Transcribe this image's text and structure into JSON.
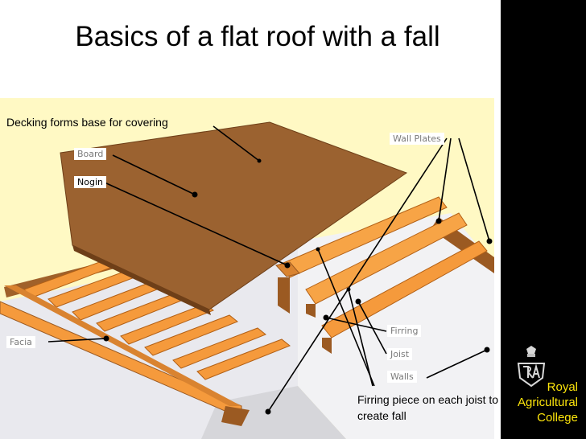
{
  "title": "Basics of a flat roof with a fall",
  "labels": {
    "decking": "Decking forms base for covering",
    "firring_note": "Firring piece on each joist to create fall"
  },
  "tags": {
    "board": "Board",
    "nogin": "Nogin",
    "wall_plates": "Wall Plates",
    "facia": "Facia",
    "firring": "Firring",
    "joist": "Joist",
    "walls": "Walls"
  },
  "logo": {
    "line1": "Royal",
    "line2": "Agricultural",
    "line3": "College"
  },
  "colors": {
    "background_panel": "#fff9c4",
    "sidebar": "#000000",
    "logo_text": "#fde50b",
    "timber": "#f59a3c",
    "board": "#9b6230"
  }
}
